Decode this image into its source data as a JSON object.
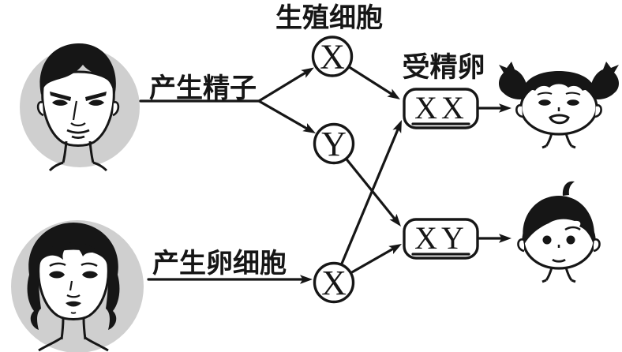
{
  "diagram": {
    "labels": {
      "germ_cells": "生殖细胞",
      "produce_sperm": "产生精子",
      "produce_egg": "产生卵细胞",
      "zygote": "受精卵"
    },
    "nodes": {
      "sperm_x": "X",
      "sperm_y": "Y",
      "egg_x": "X",
      "combo_xx": "XX",
      "combo_xy": "XY"
    },
    "figures": {
      "father": "adult-man-face",
      "mother": "adult-woman-face",
      "daughter": "girl-face-with-pigtails",
      "son": "boy-face"
    },
    "colors": {
      "ink": "#161616",
      "halftone_circle": "#cfcfcf",
      "paper": "#ffffff"
    }
  }
}
